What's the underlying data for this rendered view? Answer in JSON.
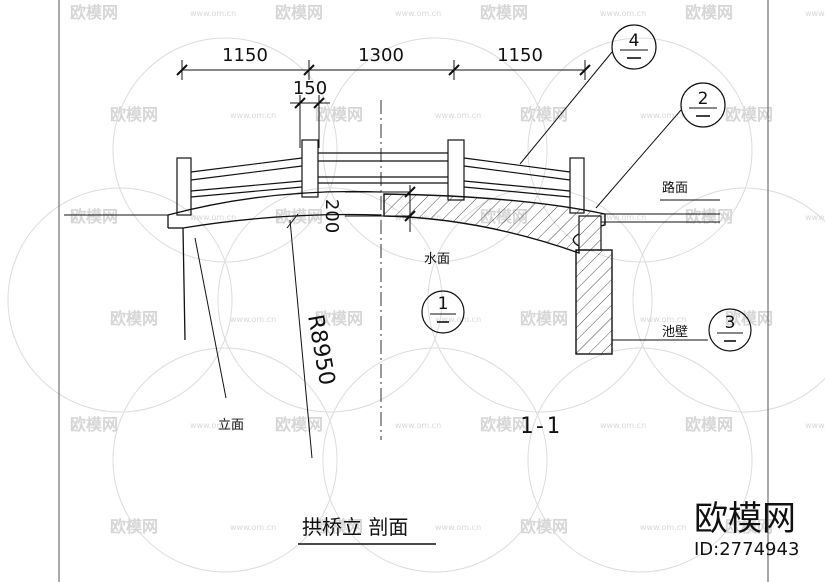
{
  "dimensions": {
    "top": [
      "1150",
      "1300",
      "1150"
    ],
    "sub": "150",
    "thickness": "200",
    "radius": "R8950"
  },
  "callouts": [
    {
      "id": "c4",
      "number": "4"
    },
    {
      "id": "c2",
      "number": "2"
    },
    {
      "id": "c1",
      "number": "1"
    },
    {
      "id": "c3",
      "number": "3"
    }
  ],
  "labels": {
    "road": "路面",
    "water": "水面",
    "pool_wall": "池壁",
    "elevation": "立面",
    "section_mark": "1-1",
    "title": "拱桥立 剖面"
  },
  "branding": {
    "logo_text": "欧模网",
    "id_text": "ID:2774943",
    "watermark_text": "欧模网",
    "watermark_url": "www.om.cn"
  },
  "colors": {
    "line": "#111111",
    "watermark": "#c9c9c9",
    "background": "#ffffff"
  }
}
